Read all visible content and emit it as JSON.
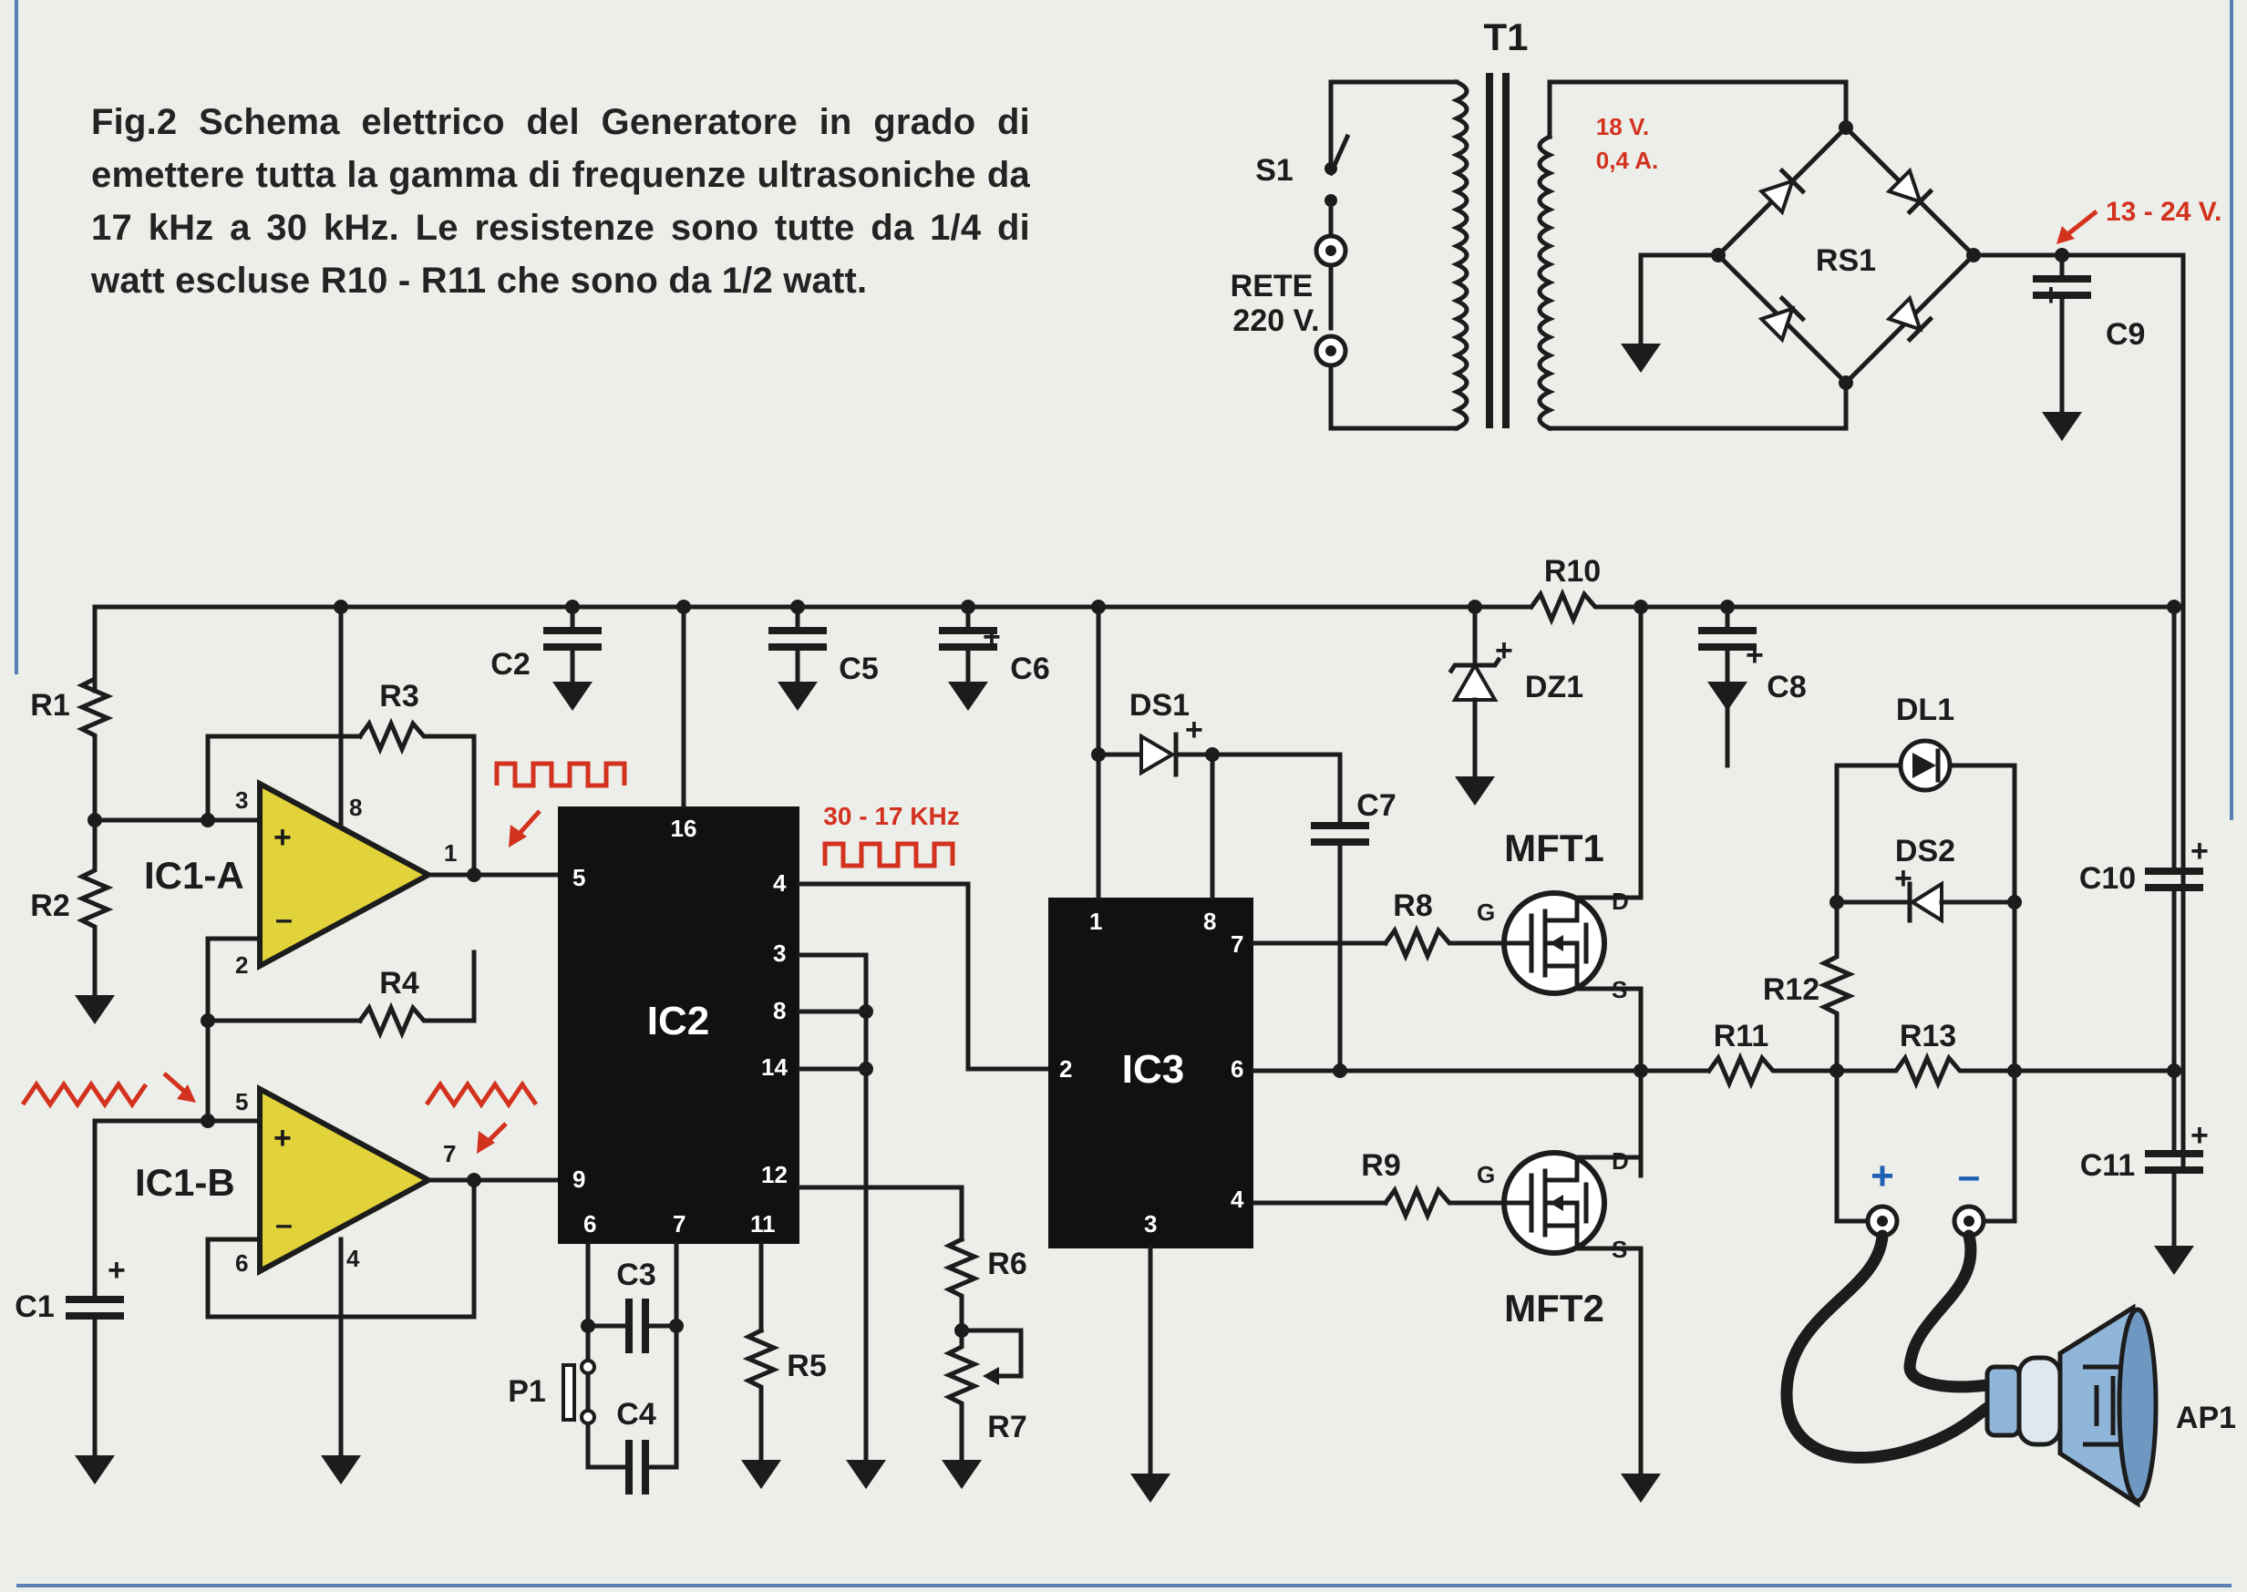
{
  "caption": "Fig.2 Schema elettrico del Generatore in grado di emettere tutta la gamma di frequenze ultrasoniche da 17 kHz a 30 kHz. Le resistenze sono tutte da 1/4 di watt escluse R10 - R11 che sono da 1/2 watt.",
  "colors": {
    "wire": "#1c1c1c",
    "annotation": "#d3321f",
    "opamp": "#e2d33a",
    "polarity": "#1f5fb4",
    "speaker": "#8fb5d9"
  },
  "power_supply": {
    "transformer": "T1",
    "switch": "S1",
    "mains": "RETE",
    "mains_voltage": "220 V.",
    "secondary_voltage": "18 V.",
    "secondary_current": "0,4 A.",
    "bridge": "RS1",
    "output_voltage": "13 - 24 V.",
    "filter_cap": "C9"
  },
  "opamps": {
    "a": {
      "name": "IC1-A",
      "pins": {
        "inv": "2",
        "noninv": "3",
        "out": "1",
        "vcc": "8"
      }
    },
    "b": {
      "name": "IC1-B",
      "pins": {
        "inv": "6",
        "noninv": "5",
        "out": "7",
        "gnd": "4"
      }
    }
  },
  "ic2": {
    "name": "IC2",
    "pins": {
      "p16": "16",
      "p5": "5",
      "p9": "9",
      "p4": "4",
      "p3": "3",
      "p8": "8",
      "p14": "14",
      "p12": "12",
      "p6": "6",
      "p7": "7",
      "p11": "11"
    }
  },
  "ic3": {
    "name": "IC3",
    "pins": {
      "p1": "1",
      "p8": "8",
      "p7": "7",
      "p2": "2",
      "p6": "6",
      "p4": "4",
      "p3": "3"
    }
  },
  "frequency_label": "30 - 17 KHz",
  "resistors": {
    "r1": "R1",
    "r2": "R2",
    "r3": "R3",
    "r4": "R4",
    "r5": "R5",
    "r6": "R6",
    "r7": "R7",
    "r8": "R8",
    "r9": "R9",
    "r10": "R10",
    "r11": "R11",
    "r12": "R12",
    "r13": "R13"
  },
  "capacitors": {
    "c1": "C1",
    "c2": "C2",
    "c3": "C3",
    "c4": "C4",
    "c5": "C5",
    "c6": "C6",
    "c7": "C7",
    "c8": "C8",
    "c10": "C10",
    "c11": "C11"
  },
  "diodes": {
    "ds1": "DS1",
    "ds2": "DS2",
    "dz1": "DZ1",
    "dl1": "DL1"
  },
  "mosfets": {
    "mft1": "MFT1",
    "mft2": "MFT2",
    "gate": "G",
    "drain": "D",
    "source": "S"
  },
  "pushbutton": "P1",
  "speaker": "AP1",
  "polarity": {
    "plus": "+",
    "minus": "–"
  }
}
